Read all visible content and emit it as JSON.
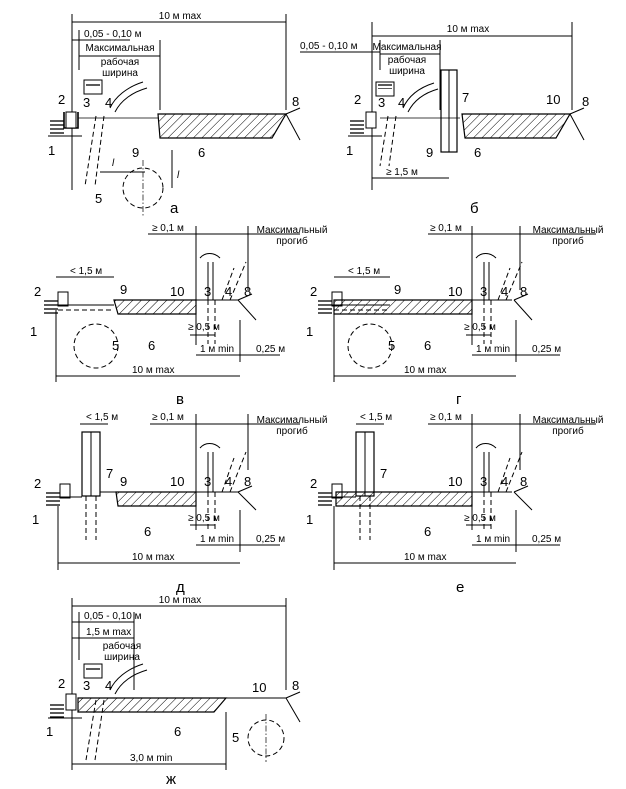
{
  "labels": {
    "ten_m_max": "10 м max",
    "range_005_010": "0,05 - 0,10 м",
    "max_work_width_1": "Максимальная",
    "max_work_width_2": "рабочая",
    "max_work_width_3": "ширина",
    "ge_1_5": "≥ 1,5 м",
    "lt_1_5": "< 1,5 м",
    "ge_0_1": "≥ 0,1 м",
    "max_deflection_1": "Максимальный",
    "max_deflection_2": "прогиб",
    "ge_0_5": "≥ 0,5 м",
    "one_m_min": "1 м min",
    "m_0_25": "0,25 м",
    "m_1_5_max": "1,5 м max",
    "m_3_0_min": "3,0 м min",
    "l1": "l",
    "l1_sub": "1",
    "l2": "l",
    "l2_sub": "2"
  },
  "panels": {
    "a": "а",
    "b": "б",
    "v": "в",
    "g": "г",
    "d": "д",
    "e": "е",
    "zh": "ж"
  },
  "numbers": {
    "n1": "1",
    "n2": "2",
    "n3": "3",
    "n4": "4",
    "n5": "5",
    "n6": "6",
    "n7": "7",
    "n8": "8",
    "n9": "9",
    "n10": "10"
  }
}
